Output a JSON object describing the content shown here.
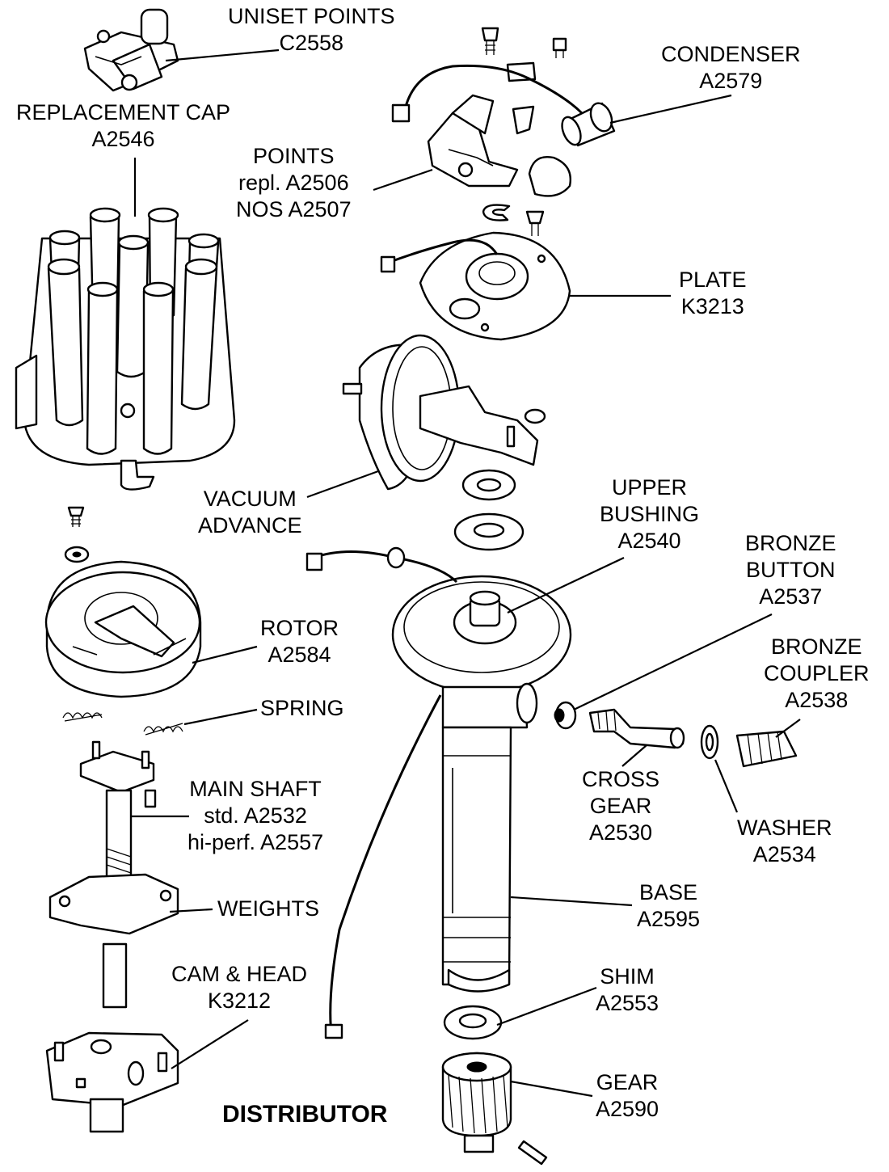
{
  "diagram": {
    "title": "DISTRIBUTOR",
    "parts": {
      "uniset_points": [
        "UNISET POINTS",
        "C2558"
      ],
      "condenser": [
        "CONDENSER",
        "A2579"
      ],
      "replacement_cap": [
        "REPLACEMENT CAP",
        "A2546"
      ],
      "points": [
        "POINTS",
        "repl.  A2506",
        "NOS  A2507"
      ],
      "plate": [
        "PLATE",
        "K3213"
      ],
      "vacuum_advance": [
        "VACUUM",
        "ADVANCE"
      ],
      "upper_bushing": [
        "UPPER",
        "BUSHING",
        "A2540"
      ],
      "bronze_button": [
        "BRONZE",
        "BUTTON",
        "A2537"
      ],
      "rotor": [
        "ROTOR",
        "A2584"
      ],
      "bronze_coupler": [
        "BRONZE",
        "COUPLER",
        "A2538"
      ],
      "spring": [
        "SPRING"
      ],
      "cross_gear": [
        "CROSS",
        "GEAR",
        "A2530"
      ],
      "main_shaft": [
        "MAIN SHAFT",
        "std.  A2532",
        "hi-perf.  A2557"
      ],
      "washer": [
        "WASHER",
        "A2534"
      ],
      "base": [
        "BASE",
        "A2595"
      ],
      "weights": [
        "WEIGHTS"
      ],
      "cam_head": [
        "CAM & HEAD",
        "K3212"
      ],
      "shim": [
        "SHIM",
        "A2553"
      ],
      "gear": [
        "GEAR",
        "A2590"
      ]
    }
  }
}
